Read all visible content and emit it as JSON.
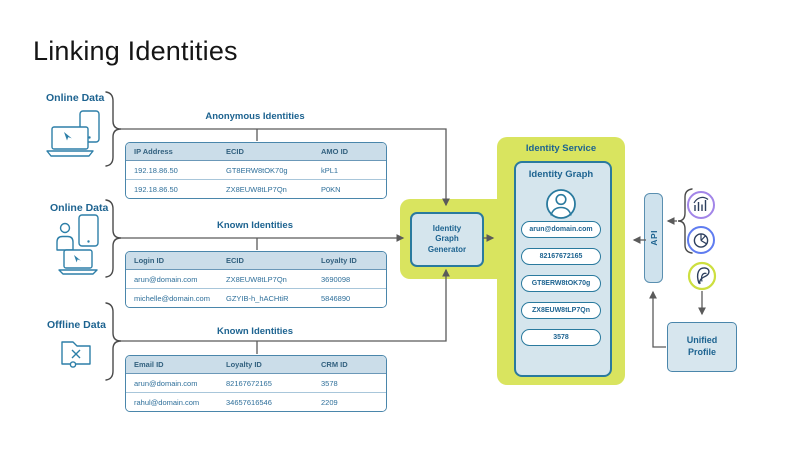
{
  "slide": {
    "title": "Linking Identities"
  },
  "sources": [
    {
      "label": "Online Data",
      "icons": [
        "laptop-icon",
        "phone-icon"
      ]
    },
    {
      "label": "Online Data",
      "icons": [
        "person-icon",
        "phone-icon",
        "laptop-icon"
      ]
    },
    {
      "label": "Offline Data",
      "icons": [
        "offline-folder-icon"
      ]
    }
  ],
  "tables": [
    {
      "section_title": "Anonymous Identities",
      "headers": [
        "IP Address",
        "ECID",
        "AMO ID"
      ],
      "rows": [
        [
          "192.18.86.50",
          "GT8ERW8tOK70g",
          "kPL1"
        ],
        [
          "192.18.86.50",
          "ZX8EUW8tLP7Qn",
          "P0KN"
        ]
      ]
    },
    {
      "section_title": "Known Identities",
      "headers": [
        "Login ID",
        "ECID",
        "Loyalty ID"
      ],
      "rows": [
        [
          "arun@domain.com",
          "ZX8EUW8tLP7Qn",
          "3690098"
        ],
        [
          "michelle@domain.com",
          "GZYIB-h_hACHtiR",
          "5846890"
        ]
      ]
    },
    {
      "section_title": "Known Identities",
      "headers": [
        "Email ID",
        "Loyalty ID",
        "CRM ID"
      ],
      "rows": [
        [
          "arun@domain.com",
          "82167672165",
          "3578"
        ],
        [
          "rahul@domain.com",
          "34657616546",
          "2209"
        ]
      ]
    }
  ],
  "generator": {
    "label": "Identity Graph Generator"
  },
  "identity_service": {
    "title": "Identity Service",
    "graph_label": "Identity Graph",
    "avatar_icon": "user-avatar-icon",
    "pills": [
      "arun@domain.com",
      "82167672165",
      "GT8ERW8tOK70g",
      "ZX8EUW8tLP7Qn",
      "3578"
    ]
  },
  "api": {
    "label": "API"
  },
  "unified_profile": {
    "label": "Unified Profile"
  },
  "destination_icons": [
    "analytics-bar-chart-icon",
    "pie-chart-icon",
    "profile-swirl-icon"
  ],
  "colors": {
    "accent_green": "#d9e45f",
    "box_fill": "#d5e5ed",
    "box_border": "#2a7a9e",
    "text_blue": "#1d6390",
    "table_header_bg": "#cbdde9",
    "connector_line": "#5a5a5a",
    "icon_ring_purple": "#a285e8",
    "icon_ring_blue": "#5f7cf0",
    "icon_ring_yellow": "#cddf3f"
  }
}
